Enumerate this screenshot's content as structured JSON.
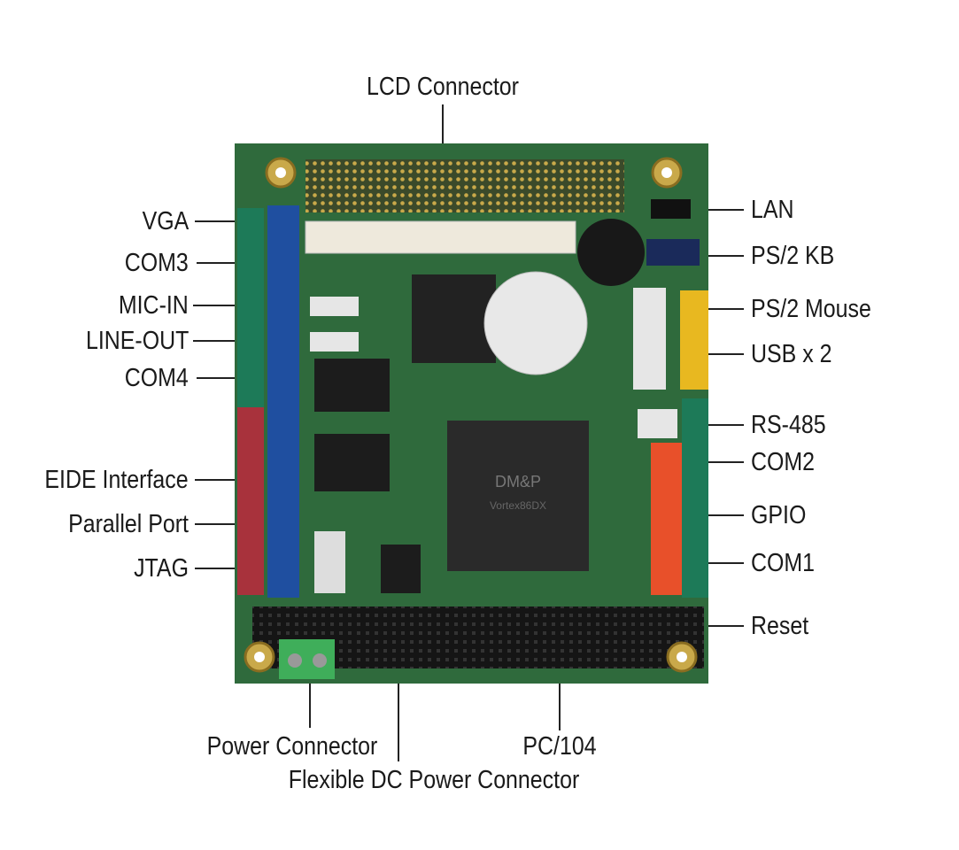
{
  "diagram": {
    "top_label": "LCD Connector",
    "left_labels": [
      "VGA",
      "COM3",
      "MIC-IN",
      "LINE-OUT",
      "COM4",
      "EIDE Interface",
      "Parallel Port",
      "JTAG"
    ],
    "right_labels": [
      "LAN",
      "PS/2 KB",
      "PS/2 Mouse",
      "USB x 2",
      "RS-485",
      "COM2",
      "GPIO",
      "COM1",
      "Reset"
    ],
    "bottom_labels": [
      "Power Connector",
      "Flexible DC Power Connector",
      "PC/104"
    ],
    "chip_markings": [
      "DM&P",
      "Vortex86DX"
    ]
  }
}
